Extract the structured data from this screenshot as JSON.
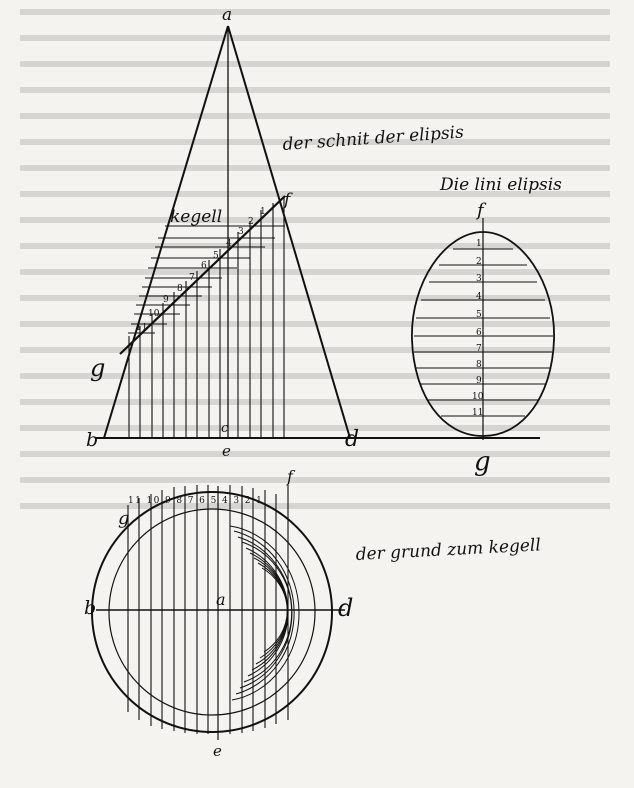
{
  "captions": {
    "section": "der schnit der elipsis",
    "ellipse": "Die lini elipsis",
    "cone": "kegell",
    "base": "der grund zum kegell"
  },
  "cone_letters": {
    "apex": "a",
    "left_base": "b",
    "right_base": "d",
    "center_base": "e",
    "center_mark": "c",
    "section_top": "f",
    "section_bottom": "g"
  },
  "cone_numbers": [
    "1",
    "2",
    "3",
    "4",
    "5",
    "6",
    "7",
    "8",
    "9",
    "10",
    "11"
  ],
  "ellipse_letters": {
    "top": "f",
    "bottom": "g"
  },
  "ellipse_numbers": [
    "1",
    "2",
    "3",
    "4",
    "5",
    "6",
    "7",
    "8",
    "9",
    "10",
    "11"
  ],
  "base_letters": {
    "left": "b",
    "right": "d",
    "center": "a",
    "bottom": "e",
    "top_left": "g",
    "top_right": "f"
  },
  "base_numbers_label": "11 10 9 8 7 6 5 4 3 2 1",
  "colors": {
    "ink": "#111111",
    "paper": "#f4f3ef"
  }
}
